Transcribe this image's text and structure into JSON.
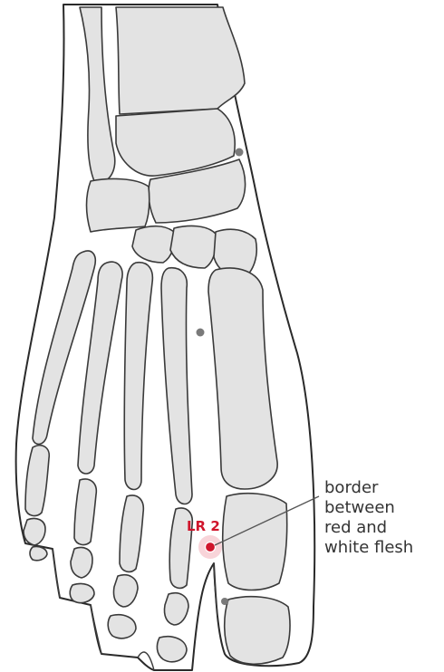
{
  "acupoint": {
    "label": "LR 2",
    "dot_color": "#d0152c"
  },
  "annotation": {
    "lines": [
      "border",
      "between",
      "red and",
      "white flesh"
    ]
  },
  "colors": {
    "bone_fill": "#e3e3e3",
    "outline": "#2a2a2a",
    "acupoint": "#d0152c",
    "landmark": "#7a7a7a"
  }
}
